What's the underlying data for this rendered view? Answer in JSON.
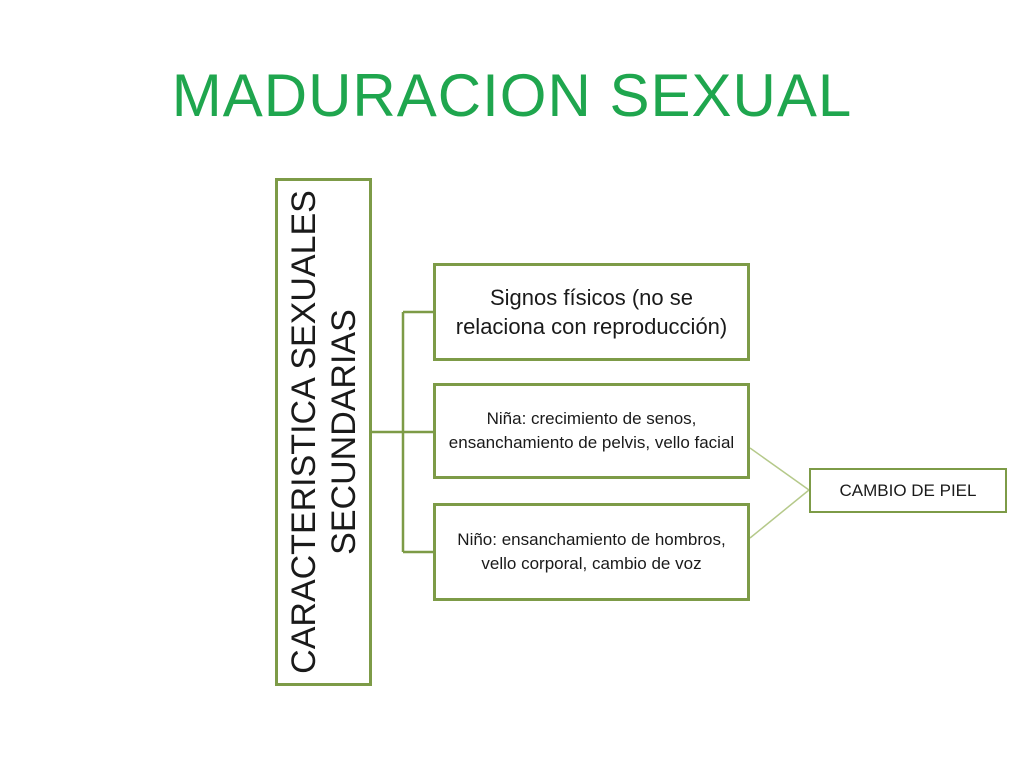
{
  "slide": {
    "title": "MADURACION SEXUAL"
  },
  "diagram": {
    "root": {
      "lines": [
        "CARACTERISTICA SEXUALES",
        "SECUNDARIAS"
      ]
    },
    "children": [
      {
        "text": "Signos físicos (no se relaciona con reproducción)"
      },
      {
        "text": "Niña: crecimiento de senos, ensanchamiento de pelvis,  vello facial"
      },
      {
        "text": "Niño:  ensanchamiento de hombros, vello corporal, cambio de voz"
      }
    ],
    "leaf": {
      "text": "CAMBIO DE PIEL"
    }
  },
  "colors": {
    "title": "#1fa64e",
    "border": "#7d9b47",
    "connector": "#7d9b47",
    "leaf_connector": "#b5c98a"
  }
}
